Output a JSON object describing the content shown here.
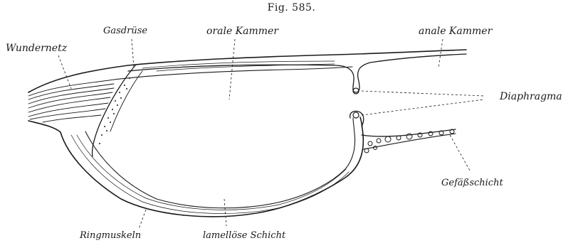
{
  "figure": {
    "title": "Fig. 585.",
    "labels": {
      "wundernetz": "Wundernetz",
      "gasdruse": "Gasdrüse",
      "orale_kammer": "orale Kammer",
      "anale_kammer": "anale Kammer",
      "diaphragma": "Diaphragma",
      "gefassschicht": "Gefäßschicht",
      "ringmuskeln": "Ringmuskeln",
      "lamellose_schicht": "lamellöse Schicht"
    }
  }
}
